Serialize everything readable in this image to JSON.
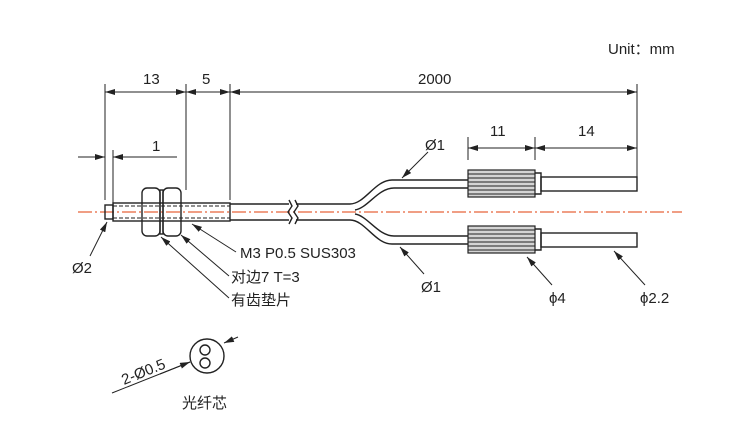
{
  "unit_label": "Unit：mm",
  "dimensions": {
    "tip_to_nut": "13",
    "nut_to_cable": "5",
    "cable_length": "2000",
    "tip_length": "1",
    "ferrule_length": "11",
    "tube_length": "14"
  },
  "callouts": {
    "tip_diameter": "Ø2",
    "thread": "M3 P0.5  SUS303",
    "nut": "对边7 T=3",
    "washer": "有齿垫片",
    "fiber_top": "Ø1",
    "fiber_bottom": "Ø1",
    "ferrule_diameter": "ϕ4",
    "tube_diameter": "ϕ2.2"
  },
  "cross_section": {
    "core_label": "2-Ø0.5",
    "caption": "光纤芯"
  },
  "colors": {
    "centerline": "#e8653a",
    "line": "#222222"
  }
}
